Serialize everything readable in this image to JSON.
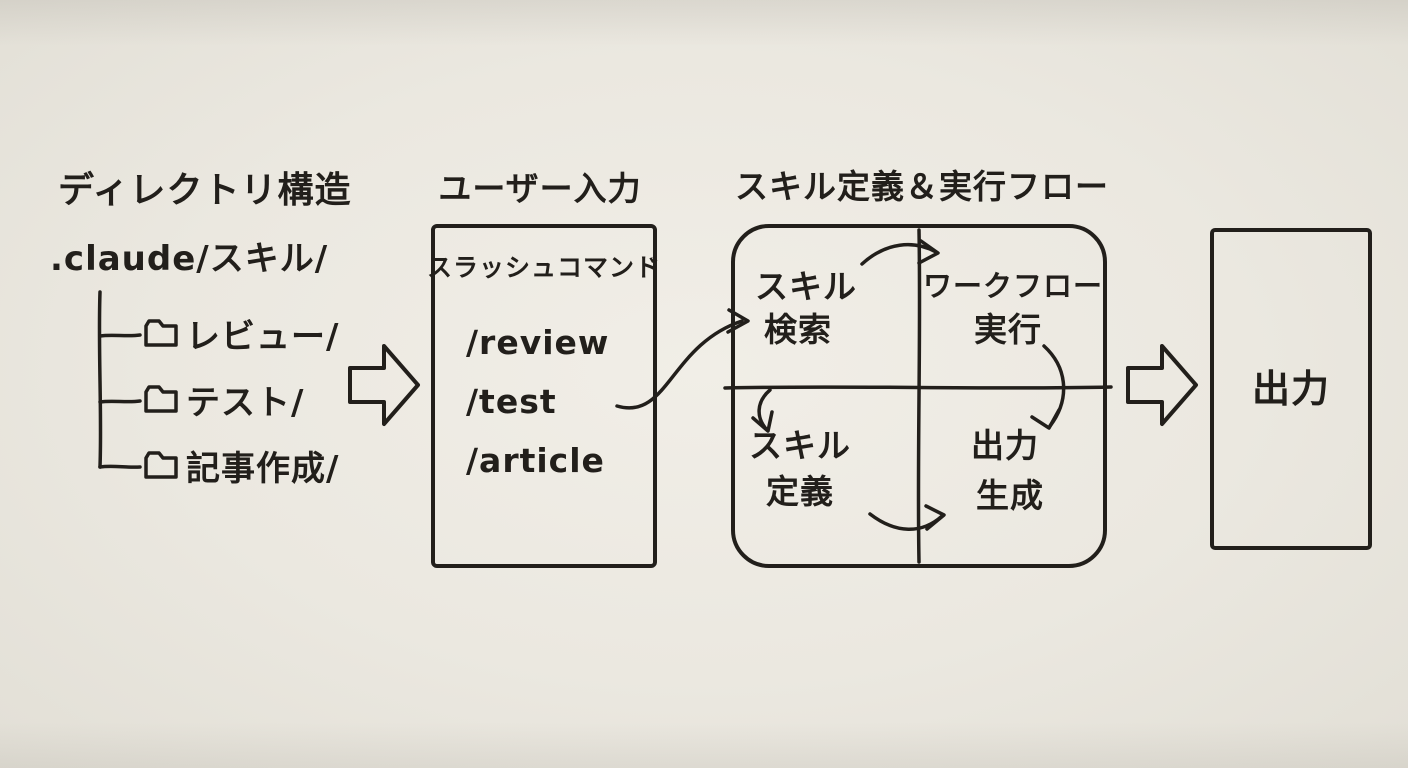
{
  "diagram": {
    "directory": {
      "title": "ディレクトリ構造",
      "root": ".claude/スキル/",
      "folders": [
        "レビュー/",
        "テスト/",
        "記事作成/"
      ]
    },
    "user_input": {
      "title": "ユーザー入力",
      "box_label": "スラッシュコマンド",
      "commands": [
        "/review",
        "/test",
        "/article"
      ]
    },
    "skill_flow": {
      "title": "スキル定義＆実行フロー",
      "quadrants": {
        "top_left": [
          "スキル",
          "検索"
        ],
        "top_right": [
          "ワークフロー",
          "実行"
        ],
        "bottom_left": [
          "スキル",
          "定義"
        ],
        "bottom_right": [
          "出力",
          "生成"
        ]
      }
    },
    "output": {
      "label": "出力"
    },
    "colors": {
      "ink": "#221f1b",
      "paper": "#ebe8e0"
    }
  }
}
